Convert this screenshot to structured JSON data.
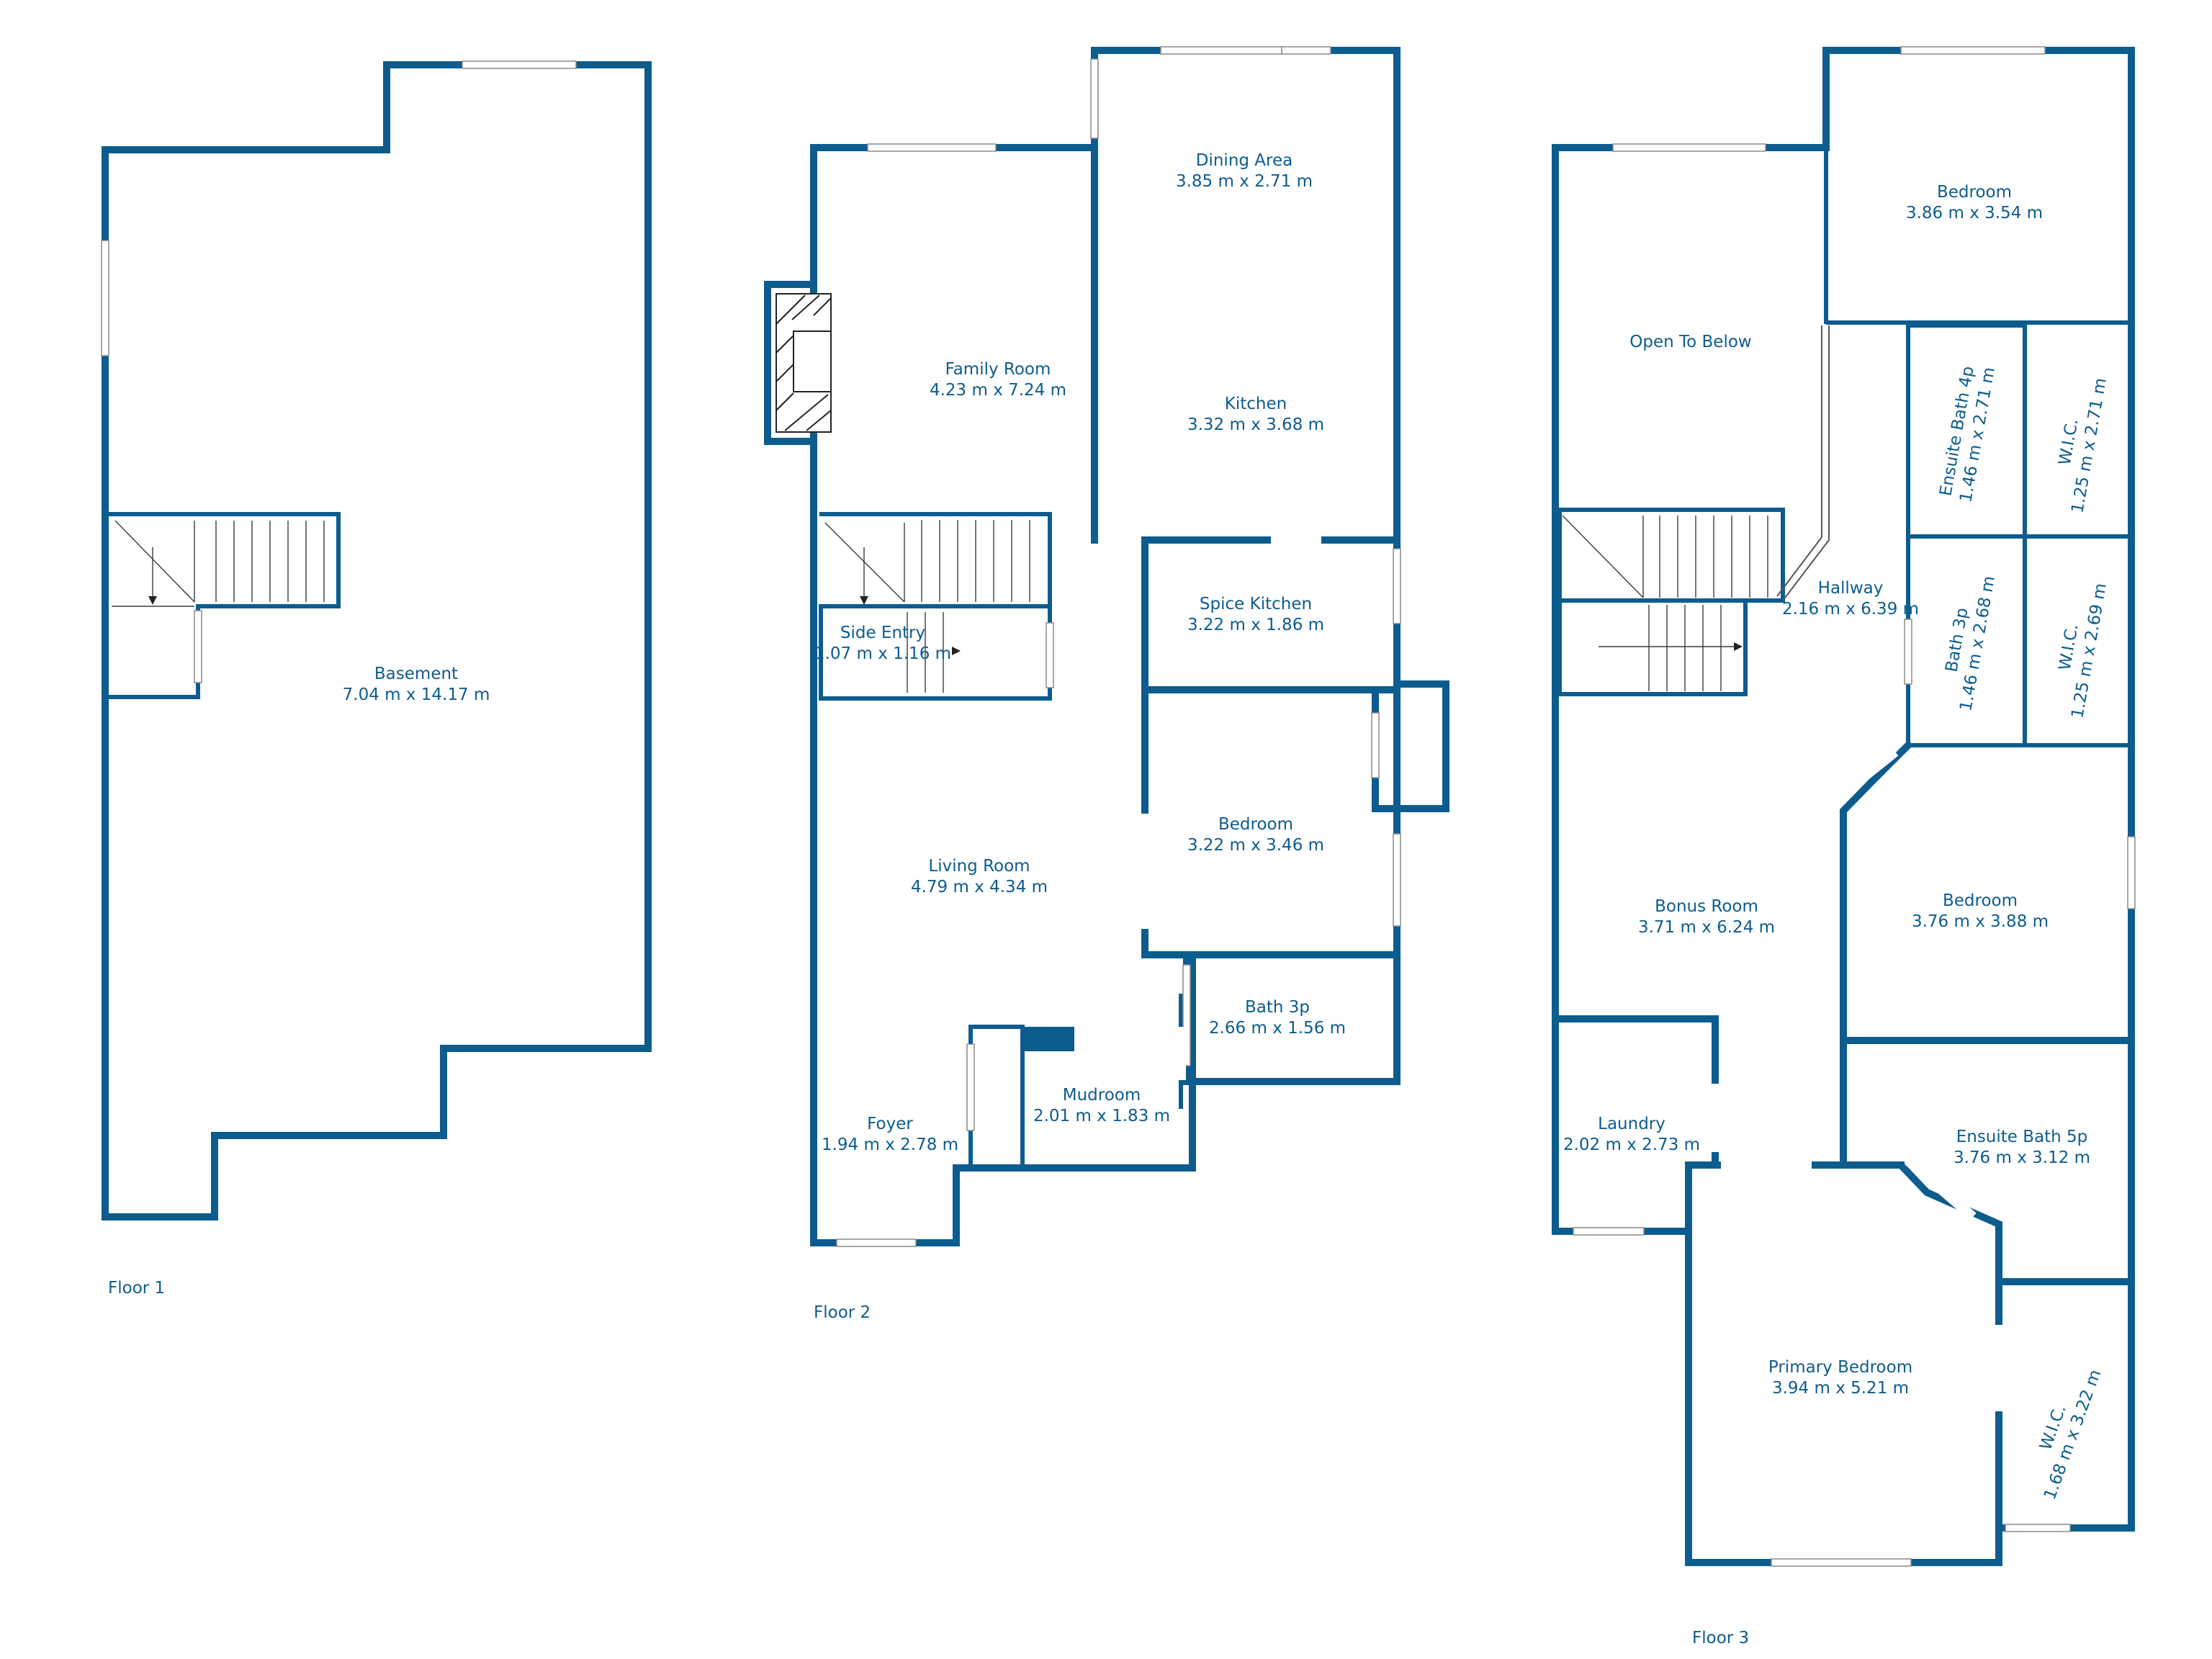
{
  "floors": [
    {
      "id": "floor1",
      "label": "Floor 1",
      "rooms": [
        {
          "name": "Basement",
          "size": "7.04 m x 14.17 m"
        }
      ]
    },
    {
      "id": "floor2",
      "label": "Floor 2",
      "rooms": [
        {
          "name": "Dining Area",
          "size": "3.85 m x 2.71 m"
        },
        {
          "name": "Family Room",
          "size": "4.23 m x 7.24 m"
        },
        {
          "name": "Kitchen",
          "size": "3.32 m x 3.68 m"
        },
        {
          "name": "Spice Kitchen",
          "size": "3.22 m x 1.86 m"
        },
        {
          "name": "Side Entry",
          "size": "1.07 m x 1.16 m"
        },
        {
          "name": "Bedroom",
          "size": "3.22 m x 3.46 m"
        },
        {
          "name": "Living Room",
          "size": "4.79 m x 4.34 m"
        },
        {
          "name": "Bath 3p",
          "size": "2.66 m x 1.56 m"
        },
        {
          "name": "Mudroom",
          "size": "2.01 m x 1.83 m"
        },
        {
          "name": "Foyer",
          "size": "1.94 m x 2.78 m"
        }
      ]
    },
    {
      "id": "floor3",
      "label": "Floor 3",
      "rooms": [
        {
          "name": "Bedroom",
          "size": "3.86 m x 3.54 m"
        },
        {
          "name": "Open To Below",
          "size": ""
        },
        {
          "name": "Ensuite Bath 4p",
          "size": "1.46 m x 2.71 m"
        },
        {
          "name": "W.I.C.",
          "size": "1.25 m x 2.71 m"
        },
        {
          "name": "Hallway",
          "size": "2.16 m x 6.39 m"
        },
        {
          "name": "Bath 3p",
          "size": "1.46 m x 2.68 m"
        },
        {
          "name": "W.I.C.",
          "size": "1.25 m x 2.69 m"
        },
        {
          "name": "Bedroom",
          "size": "3.76 m x 3.88 m"
        },
        {
          "name": "Bonus Room",
          "size": "3.71 m x 6.24 m"
        },
        {
          "name": "Laundry",
          "size": "2.02 m x 2.73 m"
        },
        {
          "name": "Ensuite Bath 5p",
          "size": "3.76 m x 3.12 m"
        },
        {
          "name": "Primary Bedroom",
          "size": "3.94 m x 5.21 m"
        },
        {
          "name": "W.I.C.",
          "size": "1.68 m x 3.22 m"
        }
      ]
    }
  ],
  "colors": {
    "wall": "#0d5c8e",
    "label": "#0d5c8e",
    "background": "#ffffff"
  }
}
